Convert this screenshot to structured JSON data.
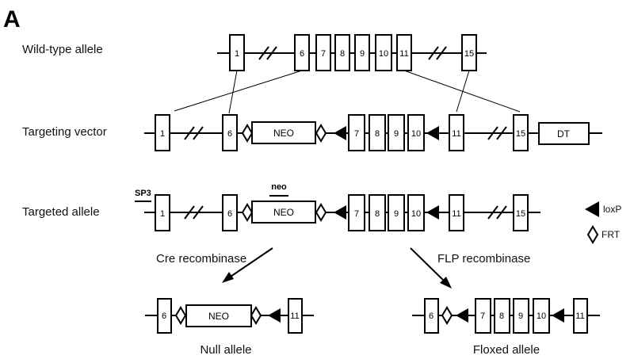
{
  "panel_label": "A",
  "rows": {
    "wild_type": {
      "label": "Wild-type allele",
      "exons": [
        "1",
        "6",
        "7",
        "8",
        "9",
        "10",
        "11",
        "15"
      ]
    },
    "targeting_vector": {
      "label": "Targeting vector",
      "exons": [
        "1",
        "6",
        "7",
        "8",
        "9",
        "10",
        "11",
        "15"
      ],
      "cassette": "NEO",
      "selection": "DT"
    },
    "targeted": {
      "label": "Targeted allele",
      "exons": [
        "1",
        "6",
        "7",
        "8",
        "9",
        "10",
        "11",
        "15"
      ],
      "cassette": "NEO",
      "probe_sp3": "SP3",
      "probe_neo": "neo"
    },
    "null": {
      "label": "Null allele",
      "exons": [
        "6",
        "11"
      ],
      "cassette": "NEO"
    },
    "floxed": {
      "label": "Floxed allele",
      "exons": [
        "6",
        "7",
        "8",
        "9",
        "10",
        "11"
      ]
    }
  },
  "arrows": {
    "cre": "Cre recombinase",
    "flp": "FLP recombinase"
  },
  "legend": {
    "loxp": "loxP",
    "frt": "FRT"
  }
}
